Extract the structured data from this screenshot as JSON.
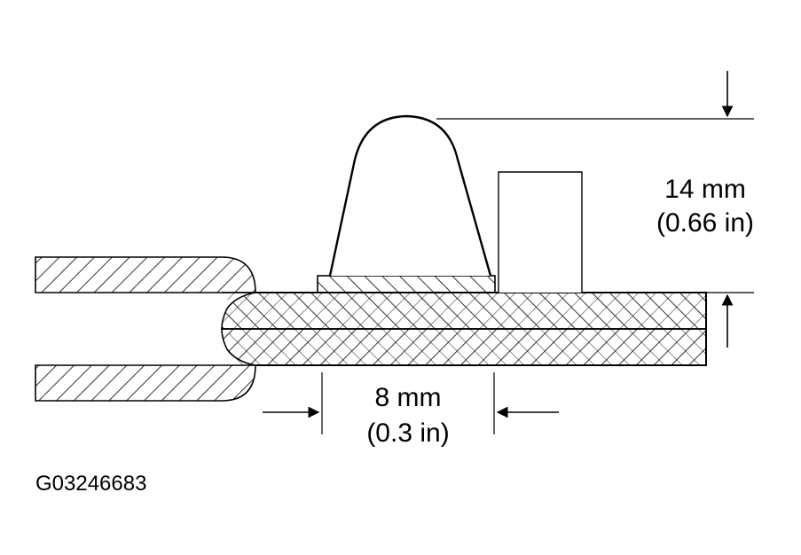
{
  "dimensions": {
    "height_mm": "14 mm",
    "height_in": "(0.66 in)",
    "width_mm": "8 mm",
    "width_in": "(0.3 in)"
  },
  "figure_code": "G03246683",
  "colors": {
    "stroke": "#000000",
    "background": "#ffffff",
    "hatch": "#000000"
  }
}
